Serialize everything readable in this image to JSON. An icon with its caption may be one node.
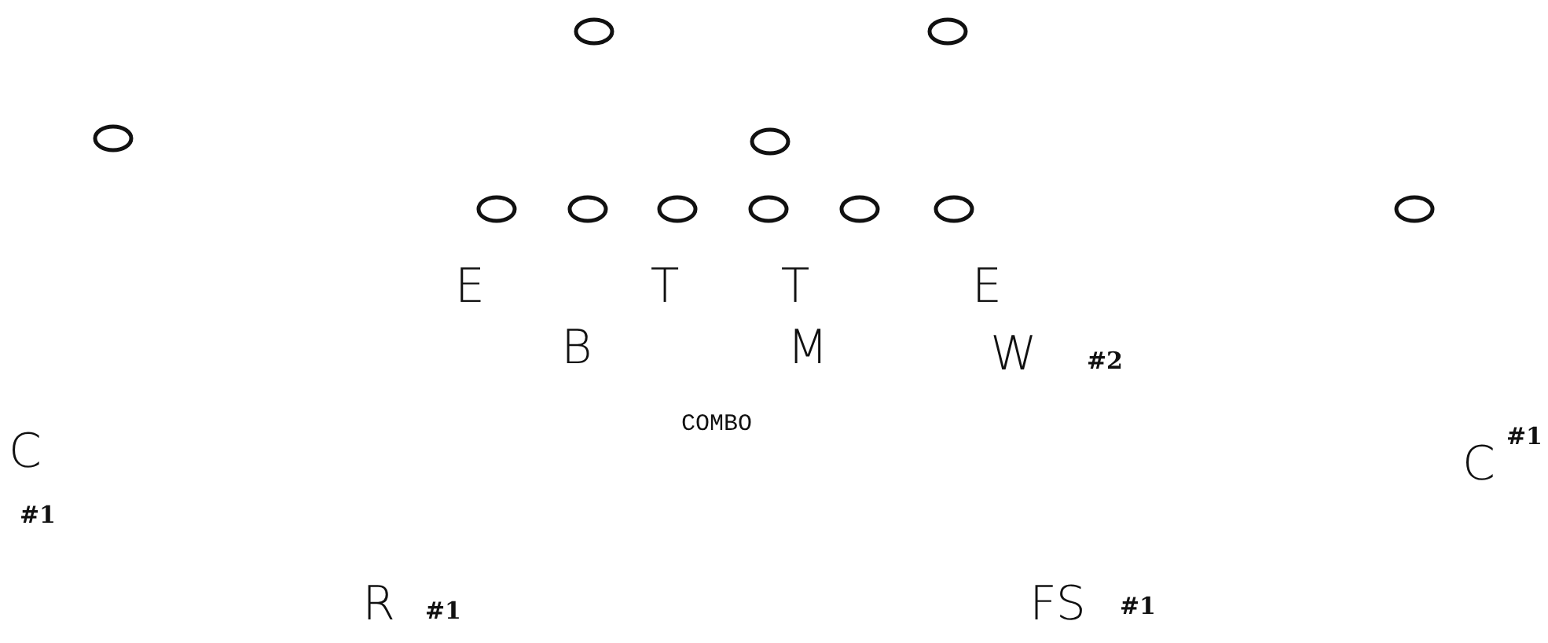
{
  "diagram": {
    "nodes": [
      {
        "text": [],
        "shape": "circle"
      },
      {
        "text": [],
        "shape": "circle"
      },
      {
        "text": [],
        "shape": "circle"
      },
      {
        "text": [],
        "shape": "circle"
      },
      {
        "text": [],
        "shape": "circle"
      },
      {
        "text": [],
        "shape": "circle"
      },
      {
        "text": [],
        "shape": "circle"
      },
      {
        "text": [],
        "shape": "circle"
      },
      {
        "text": [],
        "shape": "circle"
      },
      {
        "text": [],
        "shape": "circle"
      },
      {
        "text": [],
        "shape": "circle"
      }
    ],
    "edges": [],
    "labels": [
      "E",
      "T",
      "T",
      "E",
      "B",
      "M",
      "W",
      "#2",
      "COMBO",
      "C",
      "C",
      "#1",
      "#1",
      "R",
      "#1",
      "FS",
      "#1"
    ]
  }
}
